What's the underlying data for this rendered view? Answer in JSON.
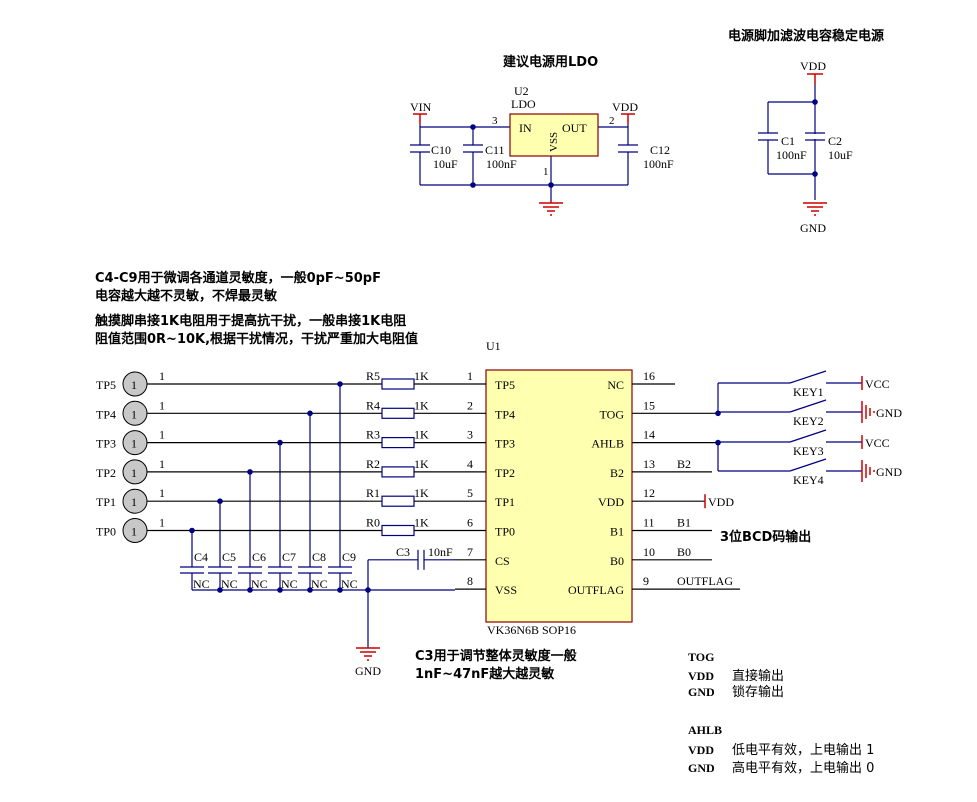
{
  "colors": {
    "wire": "#000080",
    "power": "#cc0000",
    "chip": "#ffffb0",
    "touch": "#c8c8c8"
  },
  "ldo": {
    "title": "建议电源用LDO",
    "ref": "U2",
    "part": "LDO",
    "pin_in": "IN",
    "pin_out": "OUT",
    "pin_vss": "VSS",
    "pin_in_num": "3",
    "pin_out_num": "2",
    "pin_vss_num": "1",
    "vin": "VIN",
    "vdd": "VDD",
    "caps": [
      {
        "ref": "C10",
        "value": "10uF"
      },
      {
        "ref": "C11",
        "value": "100nF"
      },
      {
        "ref": "C12",
        "value": "100nF"
      }
    ]
  },
  "filter": {
    "title": "电源脚加滤波电容稳定电源",
    "vdd": "VDD",
    "gnd": "GND",
    "caps": [
      {
        "ref": "C1",
        "value": "100nF"
      },
      {
        "ref": "C2",
        "value": "10uF"
      }
    ]
  },
  "notes": {
    "c4c9_line1": "C4-C9用于微调各通道灵敏度，一般0pF~50pF",
    "c4c9_line2": "电容越大越不灵敏，不焊最灵敏",
    "res_line1": "触摸脚串接1K电阻用于提高抗干扰，一般串接1K电阻",
    "res_line2": "阻值范围0R~10K,根据干扰情况，干扰严重加大电阻值",
    "c3_line1": "C3用于调节整体灵敏度一般",
    "c3_line2": "1nF~47nF越大越灵敏",
    "bcd": "3位BCD码输出"
  },
  "touch_pads": [
    {
      "ref": "TP5",
      "pin": "1"
    },
    {
      "ref": "TP4",
      "pin": "1"
    },
    {
      "ref": "TP3",
      "pin": "1"
    },
    {
      "ref": "TP2",
      "pin": "1"
    },
    {
      "ref": "TP1",
      "pin": "1"
    },
    {
      "ref": "TP0",
      "pin": "1"
    }
  ],
  "resistors": [
    {
      "ref": "R5",
      "value": "1K"
    },
    {
      "ref": "R4",
      "value": "1K"
    },
    {
      "ref": "R3",
      "value": "1K"
    },
    {
      "ref": "R2",
      "value": "1K"
    },
    {
      "ref": "R1",
      "value": "1K"
    },
    {
      "ref": "R0",
      "value": "1K"
    }
  ],
  "tune_caps": [
    {
      "ref": "C4",
      "value": "NC"
    },
    {
      "ref": "C5",
      "value": "NC"
    },
    {
      "ref": "C6",
      "value": "NC"
    },
    {
      "ref": "C7",
      "value": "NC"
    },
    {
      "ref": "C8",
      "value": "NC"
    },
    {
      "ref": "C9",
      "value": "NC"
    }
  ],
  "c3": {
    "ref": "C3",
    "value": "10nF"
  },
  "u1": {
    "ref": "U1",
    "part": "VK36N6B SOP16",
    "left_pins": [
      {
        "num": "1",
        "name": "TP5"
      },
      {
        "num": "2",
        "name": "TP4"
      },
      {
        "num": "3",
        "name": "TP3"
      },
      {
        "num": "4",
        "name": "TP2"
      },
      {
        "num": "5",
        "name": "TP1"
      },
      {
        "num": "6",
        "name": "TP0"
      },
      {
        "num": "7",
        "name": "CS"
      },
      {
        "num": "8",
        "name": "VSS"
      }
    ],
    "right_pins": [
      {
        "num": "16",
        "name": "NC"
      },
      {
        "num": "15",
        "name": "TOG"
      },
      {
        "num": "14",
        "name": "AHLB"
      },
      {
        "num": "13",
        "name": "B2"
      },
      {
        "num": "12",
        "name": "VDD"
      },
      {
        "num": "11",
        "name": "B1"
      },
      {
        "num": "10",
        "name": "B0"
      },
      {
        "num": "9",
        "name": "OUTFLAG"
      }
    ]
  },
  "nets": {
    "b2": "B2",
    "b1": "B1",
    "b0": "B0",
    "outflag": "OUTFLAG",
    "vdd": "VDD",
    "gnd": "GND",
    "vcc": "VCC"
  },
  "keys": [
    {
      "ref": "KEY1",
      "net": "VCC"
    },
    {
      "ref": "KEY2",
      "net": "GND"
    },
    {
      "ref": "KEY3",
      "net": "VCC"
    },
    {
      "ref": "KEY4",
      "net": "GND"
    }
  ],
  "legend": {
    "tog_title": "TOG",
    "tog_rows": [
      {
        "k": "VDD",
        "v": "直接输出"
      },
      {
        "k": "GND",
        "v": "锁存输出"
      }
    ],
    "ahlb_title": "AHLB",
    "ahlb_rows": [
      {
        "k": "VDD",
        "v": "低电平有效，上电输出 1"
      },
      {
        "k": "GND",
        "v": "高电平有效，上电输出 0"
      }
    ]
  }
}
